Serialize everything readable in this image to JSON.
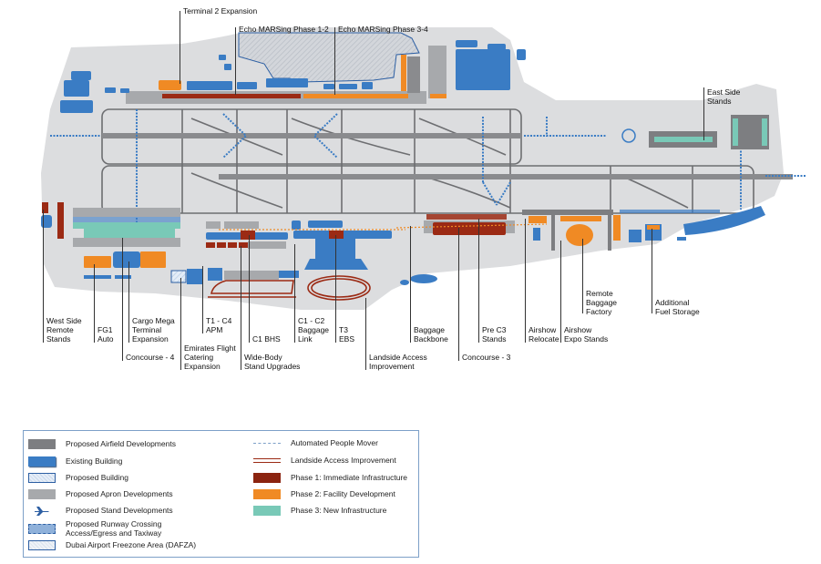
{
  "colors": {
    "land": "#d9dadb",
    "land_light": "#e6e7e8",
    "taxiway": "#6d6e71",
    "runway": "#8a8b8e",
    "apron": "#a7a9ac",
    "existing_building": "#3a7cc4",
    "phase1": "#9b2a14",
    "phase2": "#f08a24",
    "phase3": "#79c9b7",
    "airfield": "#7d7e81",
    "dafza_border": "#2d5fa3",
    "legend_border": "#7da0c8"
  },
  "callouts": {
    "terminal2_expansion": [
      "Terminal 2 Expansion"
    ],
    "echo_marsing_12": [
      "Echo MARSing Phase 1-2"
    ],
    "echo_marsing_34": [
      "Echo MARSing Phase 3-4"
    ],
    "east_side_stands": [
      "East Side",
      "Stands"
    ],
    "west_side_remote": [
      "West Side",
      "Remote",
      "Stands"
    ],
    "fg1_auto": [
      "FG1",
      "Auto"
    ],
    "cargo_mega": [
      "Cargo Mega",
      "Terminal",
      "Expansion"
    ],
    "concourse4": [
      "Concourse - 4"
    ],
    "emirates_catering": [
      "Emirates Flight",
      "Catering",
      "Expansion"
    ],
    "t1_c4_apm": [
      "T1 - C4",
      "APM"
    ],
    "c1_bhs": [
      "C1 BHS"
    ],
    "widebody": [
      "Wide-Body",
      "Stand Upgrades"
    ],
    "c1_c2_baggage": [
      "C1 - C2",
      "Baggage",
      "Link"
    ],
    "t3_ebs": [
      "T3",
      "EBS"
    ],
    "landside_access": [
      "Landside Access",
      "Improvement"
    ],
    "baggage_backbone": [
      "Baggage",
      "Backbone"
    ],
    "concourse3": [
      "Concourse - 3"
    ],
    "pre_c3": [
      "Pre C3",
      "Stands"
    ],
    "airshow_relocate": [
      "Airshow",
      "Relocate"
    ],
    "airshow_expo": [
      "Airshow",
      "Expo Stands"
    ],
    "remote_baggage": [
      "Remote",
      "Baggage",
      "Factory"
    ],
    "fuel_storage": [
      "Additional",
      "Fuel Storage"
    ]
  },
  "legend": {
    "left": [
      {
        "label": "Proposed Airfield Developments",
        "swatch": "airfield"
      },
      {
        "label": "Existing Building",
        "swatch": "existing"
      },
      {
        "label": "Proposed Building",
        "swatch": "proposed-building"
      },
      {
        "label": "Proposed Apron Developments",
        "swatch": "apron"
      },
      {
        "label": "Proposed Stand Developments",
        "swatch": "plane-icon"
      },
      {
        "label": "Proposed Runway Crossing Access/Egress and Taxiway",
        "lines": [
          "Proposed Runway Crossing",
          "Access/Egress and Taxiway"
        ],
        "swatch": "runway-crossing"
      },
      {
        "label": "Dubai Airport Freezone Area (DAFZA)",
        "swatch": "dafza"
      }
    ],
    "right": [
      {
        "label": "Automated People Mover",
        "swatch": "apm-line"
      },
      {
        "label": "Landside Access Improvement",
        "swatch": "landside-line"
      },
      {
        "label": "Phase 1: Immediate Infrastructure",
        "swatch": "phase1"
      },
      {
        "label": "Phase 2: Facility Development",
        "swatch": "phase2"
      },
      {
        "label": "Phase 3: New Infrastructure",
        "swatch": "phase3"
      }
    ]
  }
}
